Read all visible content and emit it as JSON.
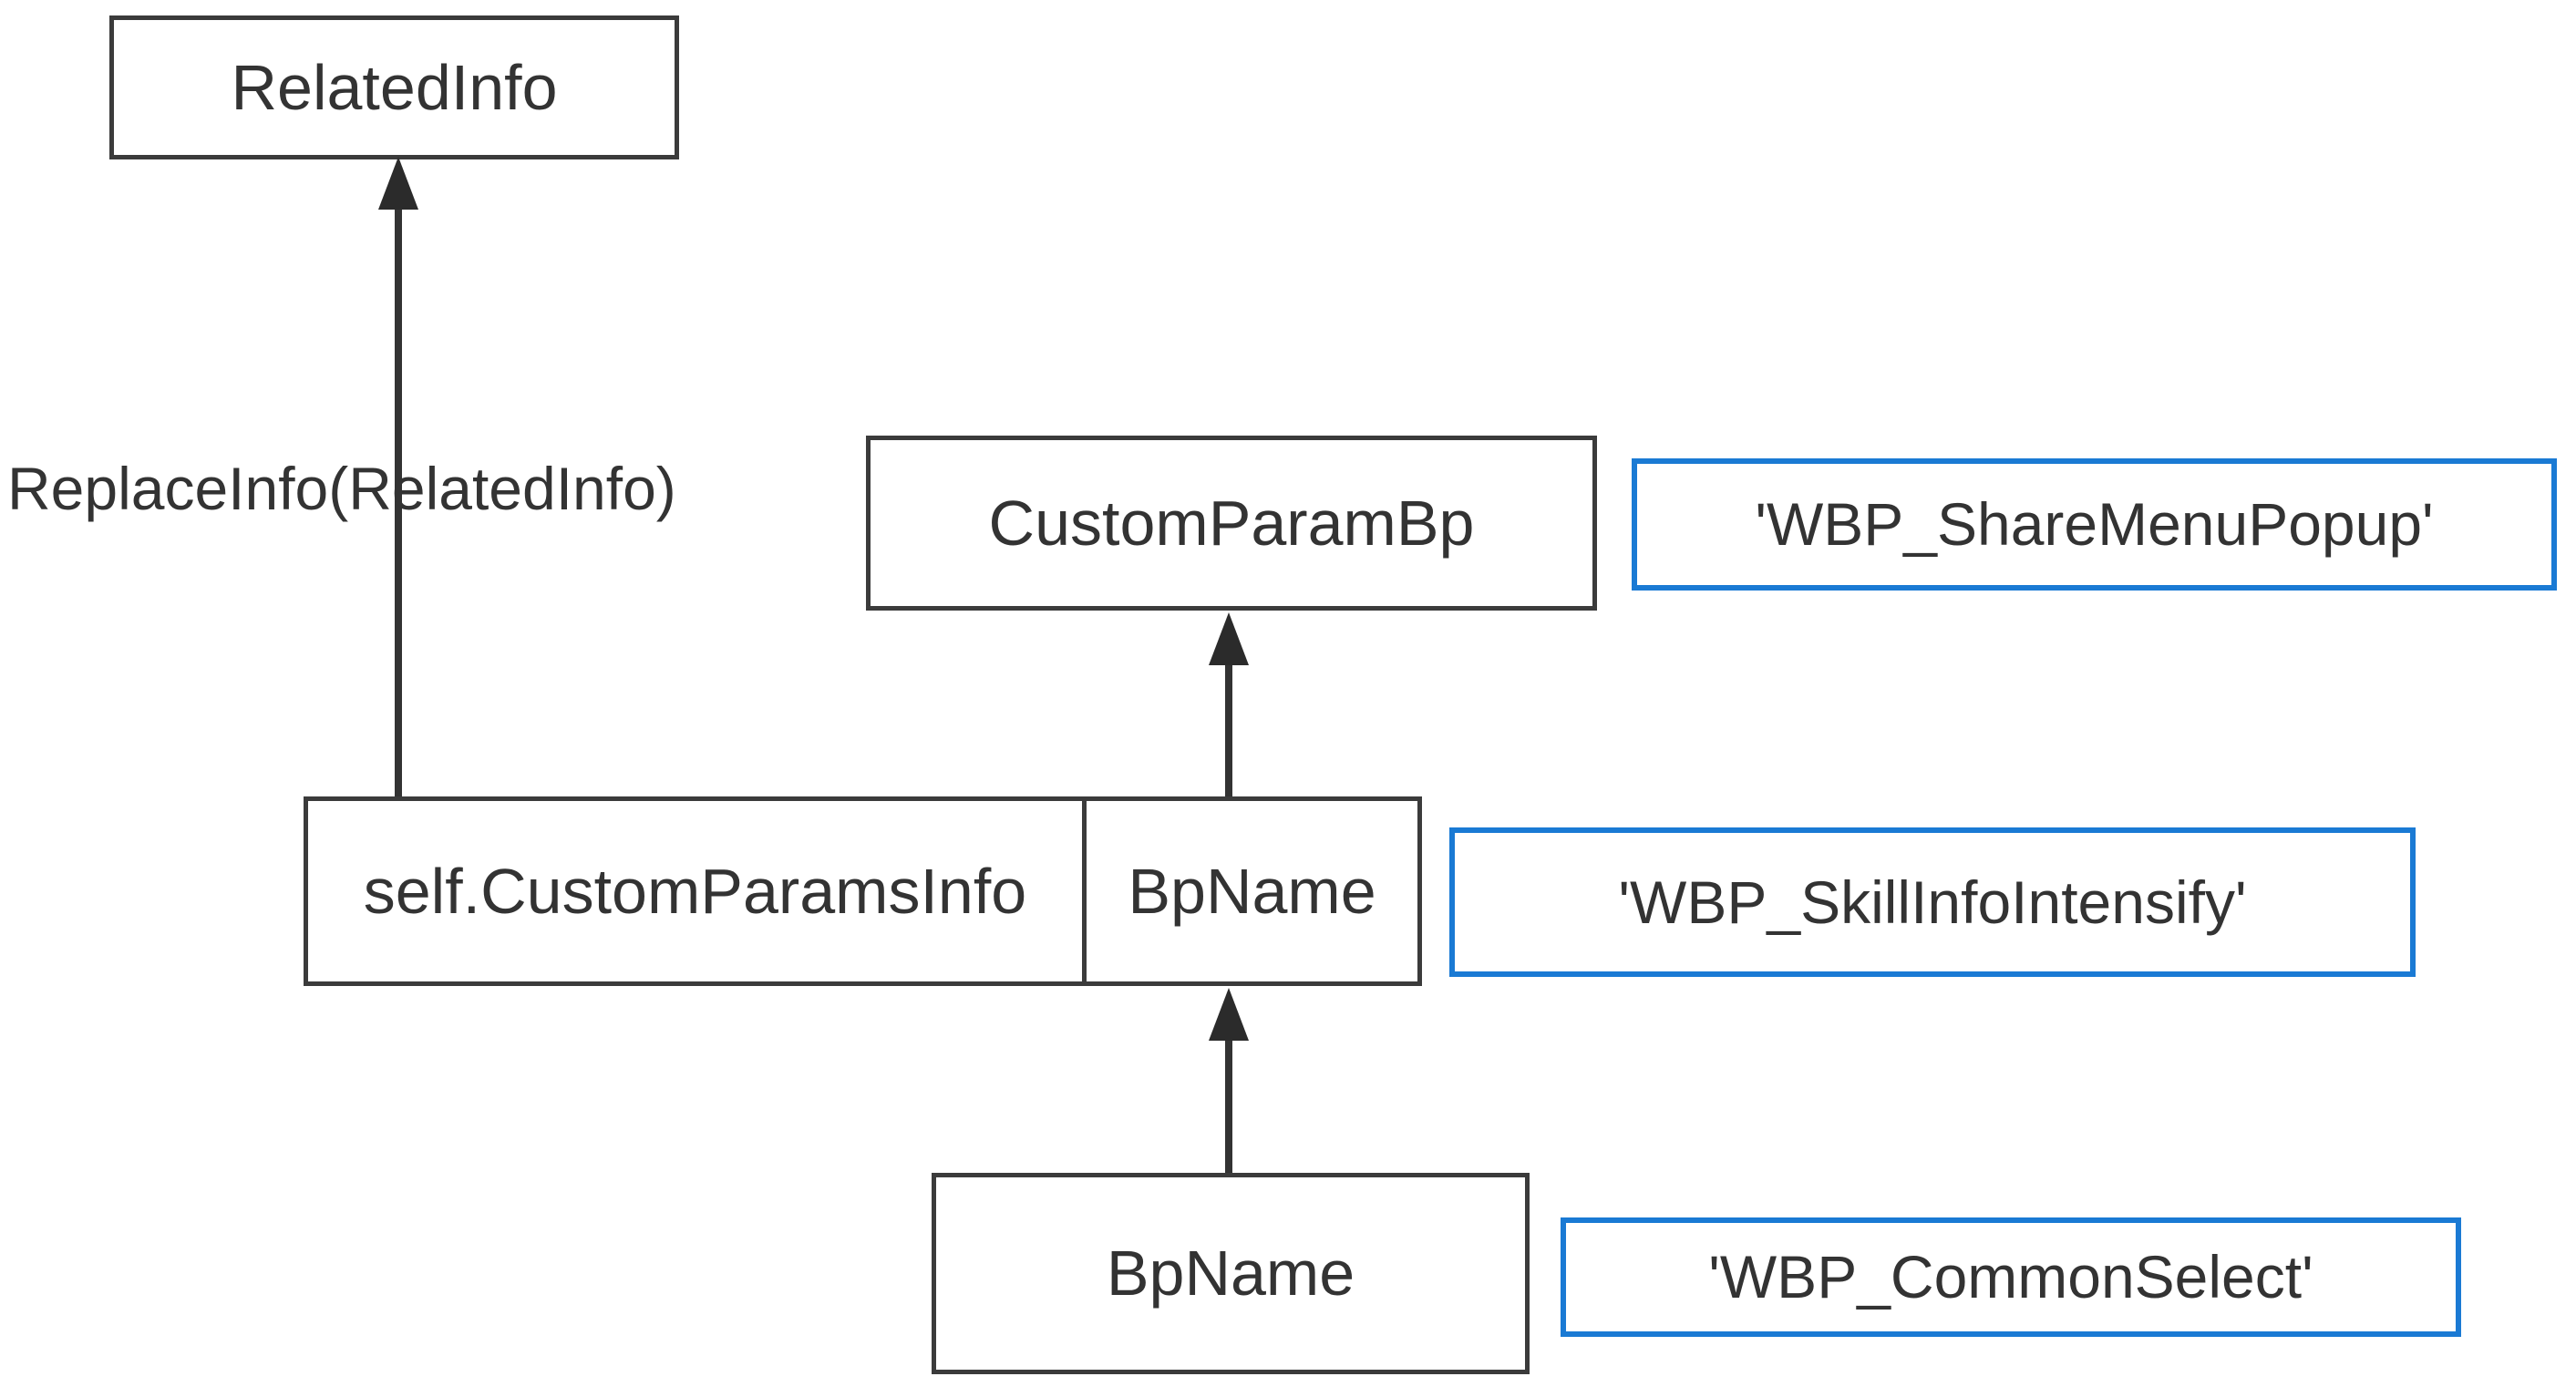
{
  "diagram": {
    "title": "Blueprint parameter inheritance diagram",
    "background_color": "#ffffff",
    "node_border_color": "#3b3b3b",
    "accent_border_color": "#1a7ad4",
    "text_color": "#333333",
    "edge_color": "#333333"
  },
  "nodes": {
    "related_info": {
      "label": "RelatedInfo"
    },
    "custom_param_bp": {
      "label": "CustomParamBp"
    },
    "custom_params_info": {
      "left_label": "self.CustomParamsInfo",
      "right_label": "BpName"
    },
    "bp_name": {
      "label": "BpName"
    }
  },
  "annotations": {
    "share_menu_popup": {
      "label": "'WBP_ShareMenuPopup'"
    },
    "skill_info_intensify": {
      "label": "'WBP_SkillInfoIntensify'"
    },
    "common_select": {
      "label": "'WBP_CommonSelect'"
    }
  },
  "edges": {
    "replace_info": {
      "label": "ReplaceInfo(RelatedInfo)",
      "from": "self.CustomParamsInfo",
      "to": "RelatedInfo"
    },
    "bpname_to_customparambp": {
      "label": "",
      "from": "BpName",
      "to": "CustomParamBp"
    },
    "bottom_bpname_to_bpname": {
      "label": "",
      "from": "BpName",
      "to": "BpName"
    }
  }
}
